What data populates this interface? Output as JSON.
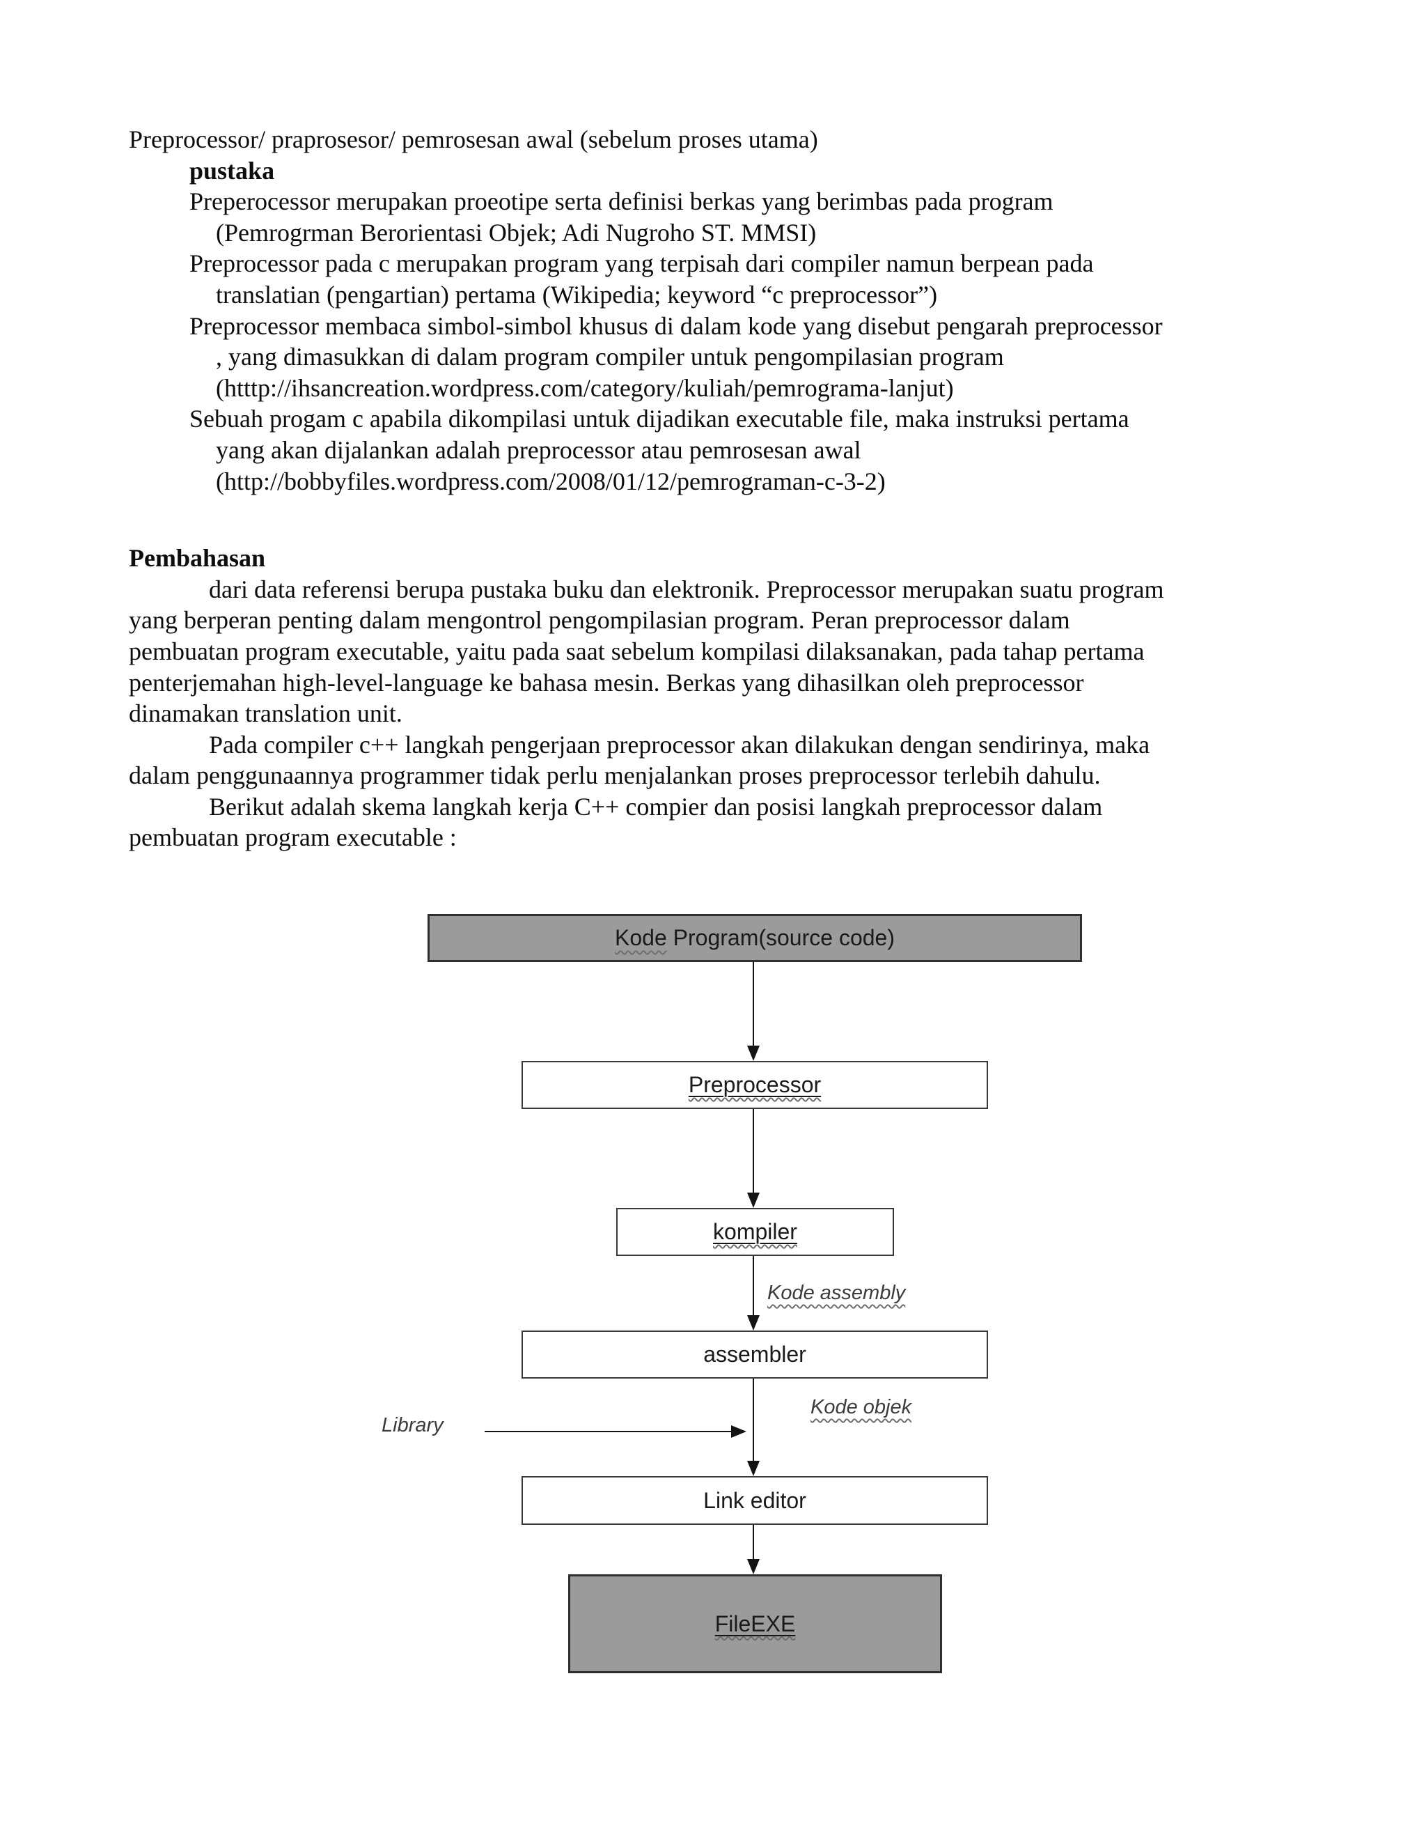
{
  "document": {
    "lines": [
      {
        "text": "Preprocessor/ praprosesor/ pemrosesan awal (sebelum proses utama)"
      },
      {
        "text": "pustaka"
      },
      {
        "text": "Preperocessor merupakan proeotipe serta definisi berkas yang berimbas pada program"
      },
      {
        "text": "(Pemrogrman Berorientasi Objek; Adi Nugroho ST. MMSI)"
      },
      {
        "text": "Preprocessor pada c merupakan program yang terpisah dari compiler namun berpean pada"
      },
      {
        "text": "translatian (pengartian) pertama (Wikipedia; keyword “c preprocessor”)"
      },
      {
        "text": "Preprocessor membaca simbol-simbol khusus di dalam kode yang disebut pengarah preprocessor"
      },
      {
        "text": ", yang dimasukkan di dalam program compiler untuk pengompilasian program"
      },
      {
        "text": "(htttp://ihsancreation.wordpress.com/category/kuliah/pemrograma-lanjut)"
      },
      {
        "text": "Sebuah progam c apabila dikompilasi untuk dijadikan executable file, maka instruksi pertama"
      },
      {
        "text": "yang akan dijalankan adalah preprocessor atau pemrosesan awal"
      },
      {
        "text": "(http://bobbyfiles.wordpress.com/2008/01/12/pemrograman-c-3-2)"
      },
      {
        "text": "Pembahasan"
      },
      {
        "text": "dari data referensi berupa pustaka buku dan elektronik. Preprocessor merupakan suatu program"
      },
      {
        "text": "yang berperan penting dalam mengontrol pengompilasian program. Peran preprocessor dalam"
      },
      {
        "text": "pembuatan program executable, yaitu pada saat sebelum kompilasi dilaksanakan, pada tahap pertama"
      },
      {
        "text": "penterjemahan high-level-language ke bahasa mesin. Berkas yang dihasilkan oleh preprocessor"
      },
      {
        "text": "dinamakan translation unit."
      },
      {
        "text": "Pada compiler c++ langkah pengerjaan preprocessor akan dilakukan dengan sendirinya, maka"
      },
      {
        "text": "dalam penggunaannya programmer tidak perlu menjalankan proses preprocessor terlebih dahulu."
      },
      {
        "text": "Berikut adalah skema langkah kerja C++ compier dan posisi langkah preprocessor dalam"
      },
      {
        "text": "pembuatan program executable :"
      }
    ]
  },
  "diagram": {
    "source_box": {
      "word_kode": "Kode",
      "rest": " Program(source code)"
    },
    "preprocessor_box": {
      "label": "Preprocessor"
    },
    "kompiler_box": {
      "label": "kompiler"
    },
    "assembler_box": {
      "label": "assembler"
    },
    "link_editor_box": {
      "label": "Link editor"
    },
    "file_exe_box": {
      "label": "FileEXE"
    },
    "edge_labels": {
      "assembly": "Kode assembly",
      "objek": "Kode objek",
      "library": "Library"
    }
  },
  "colors": {
    "page_background": "#ffffff",
    "box_gray_fill": "#9b9b9b",
    "box_border": "#3a3a3a",
    "body_text": "#0d0d0d",
    "edge_label_text": "#3c3c3c",
    "squiggle": "#6e6e6e"
  }
}
